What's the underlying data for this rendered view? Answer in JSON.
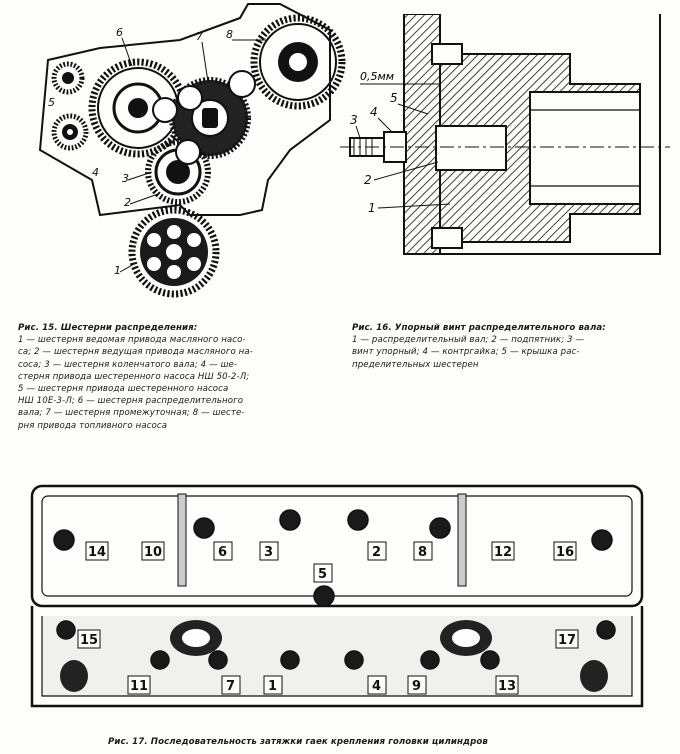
{
  "fig15": {
    "title": "Рис. 15. Шестерни распределения:",
    "lines": [
      "1 — шестерня ведомая привода масляного насо-",
      "са; 2 — шестерня ведущая привода масляного на-",
      "соса; 3 — шестерня коленчатого вала; 4 — ше-",
      "стерня привода шестеренного насоса НШ 50-2-Л;",
      "5 — шестерня привода шестеренного насоса",
      "НШ 10Е-3-Л; 6 — шестерня распределительного",
      "вала; 7 — шестерня промежуточная; 8 — шесте-",
      "рня привода топливного насоса"
    ],
    "labels": [
      "1",
      "2",
      "3",
      "4",
      "5",
      "6",
      "7",
      "8"
    ]
  },
  "fig16": {
    "title": "Рис. 16. Упорный винт распределительного вала:",
    "lines": [
      "1 — распределительный вал; 2 — подпятник; 3 —",
      "винт упорный; 4 — контргайка; 5 — крышка рас-",
      "пределительных шестерен"
    ],
    "labels": [
      "1",
      "2",
      "3",
      "4",
      "5"
    ],
    "gap": "0,5мм"
  },
  "fig17": {
    "caption": "Рис. 17. Последовательность затяжки гаек крепления головки цилиндров",
    "numbers": [
      "14",
      "10",
      "6",
      "3",
      "2",
      "8",
      "12",
      "16",
      "5",
      "15",
      "17",
      "11",
      "7",
      "1",
      "4",
      "9",
      "13"
    ]
  }
}
